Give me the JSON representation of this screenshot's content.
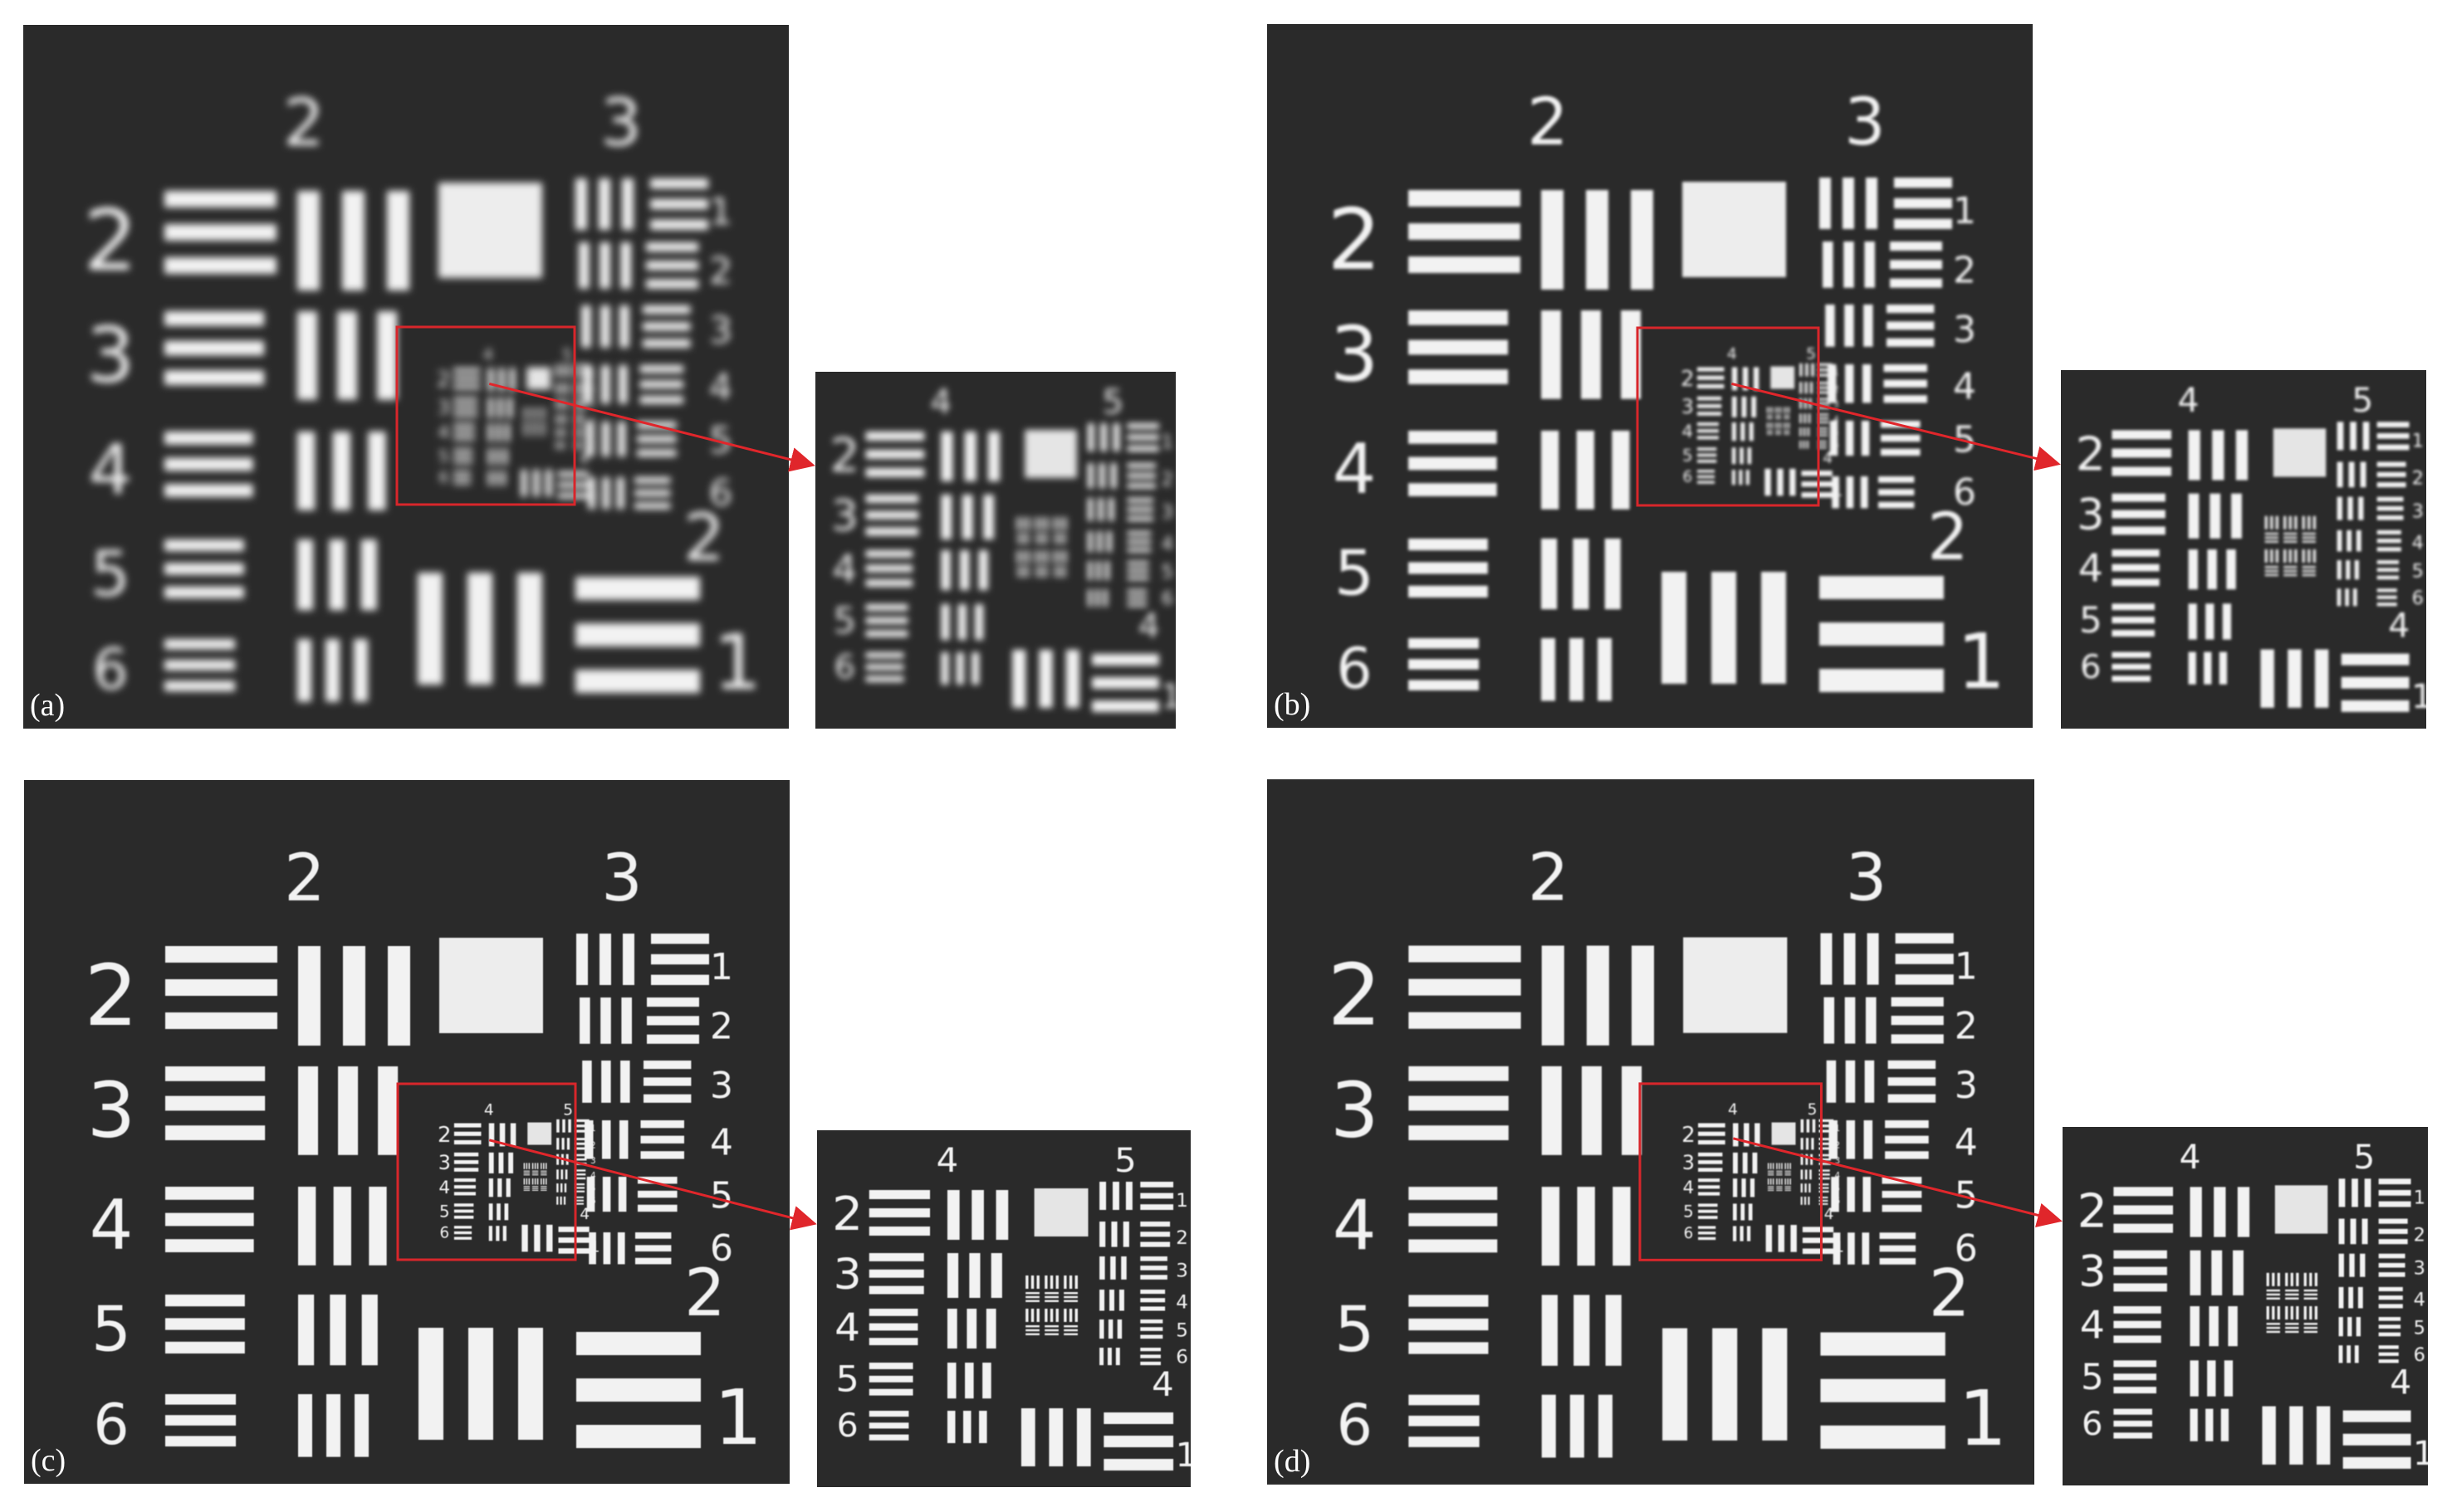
{
  "panels": [
    {
      "id": "a",
      "label": "(a)",
      "blur": 4.5,
      "zoomBlur": 4.0,
      "sharp": false
    },
    {
      "id": "b",
      "label": "(b)",
      "blur": 1.8,
      "zoomBlur": 1.6,
      "sharp": false
    },
    {
      "id": "c",
      "label": "(c)",
      "blur": 0.6,
      "zoomBlur": 0.5,
      "sharp": true
    },
    {
      "id": "d",
      "label": "(d)",
      "blur": 0.9,
      "zoomBlur": 0.8,
      "sharp": true
    }
  ],
  "target": {
    "group_labels_top": [
      "2",
      "3"
    ],
    "group2_elements": [
      "2",
      "3",
      "4",
      "5",
      "6"
    ],
    "group3_elements": [
      "1",
      "2",
      "3",
      "4",
      "5",
      "6"
    ],
    "group2_bottom": [
      "2",
      "1"
    ],
    "inner_group_labels": [
      "4",
      "5"
    ],
    "inner_elements_left": [
      "2",
      "3",
      "4",
      "5",
      "6"
    ],
    "inner_elements_right": [
      "1",
      "2",
      "3",
      "4",
      "5",
      "6"
    ],
    "inner_bottom": [
      "4",
      "1"
    ]
  },
  "colors": {
    "background": "#2a2a2a",
    "bars": "#f2f2f2",
    "highlight_box": "#d8262b",
    "arrow": "#e0262b"
  }
}
